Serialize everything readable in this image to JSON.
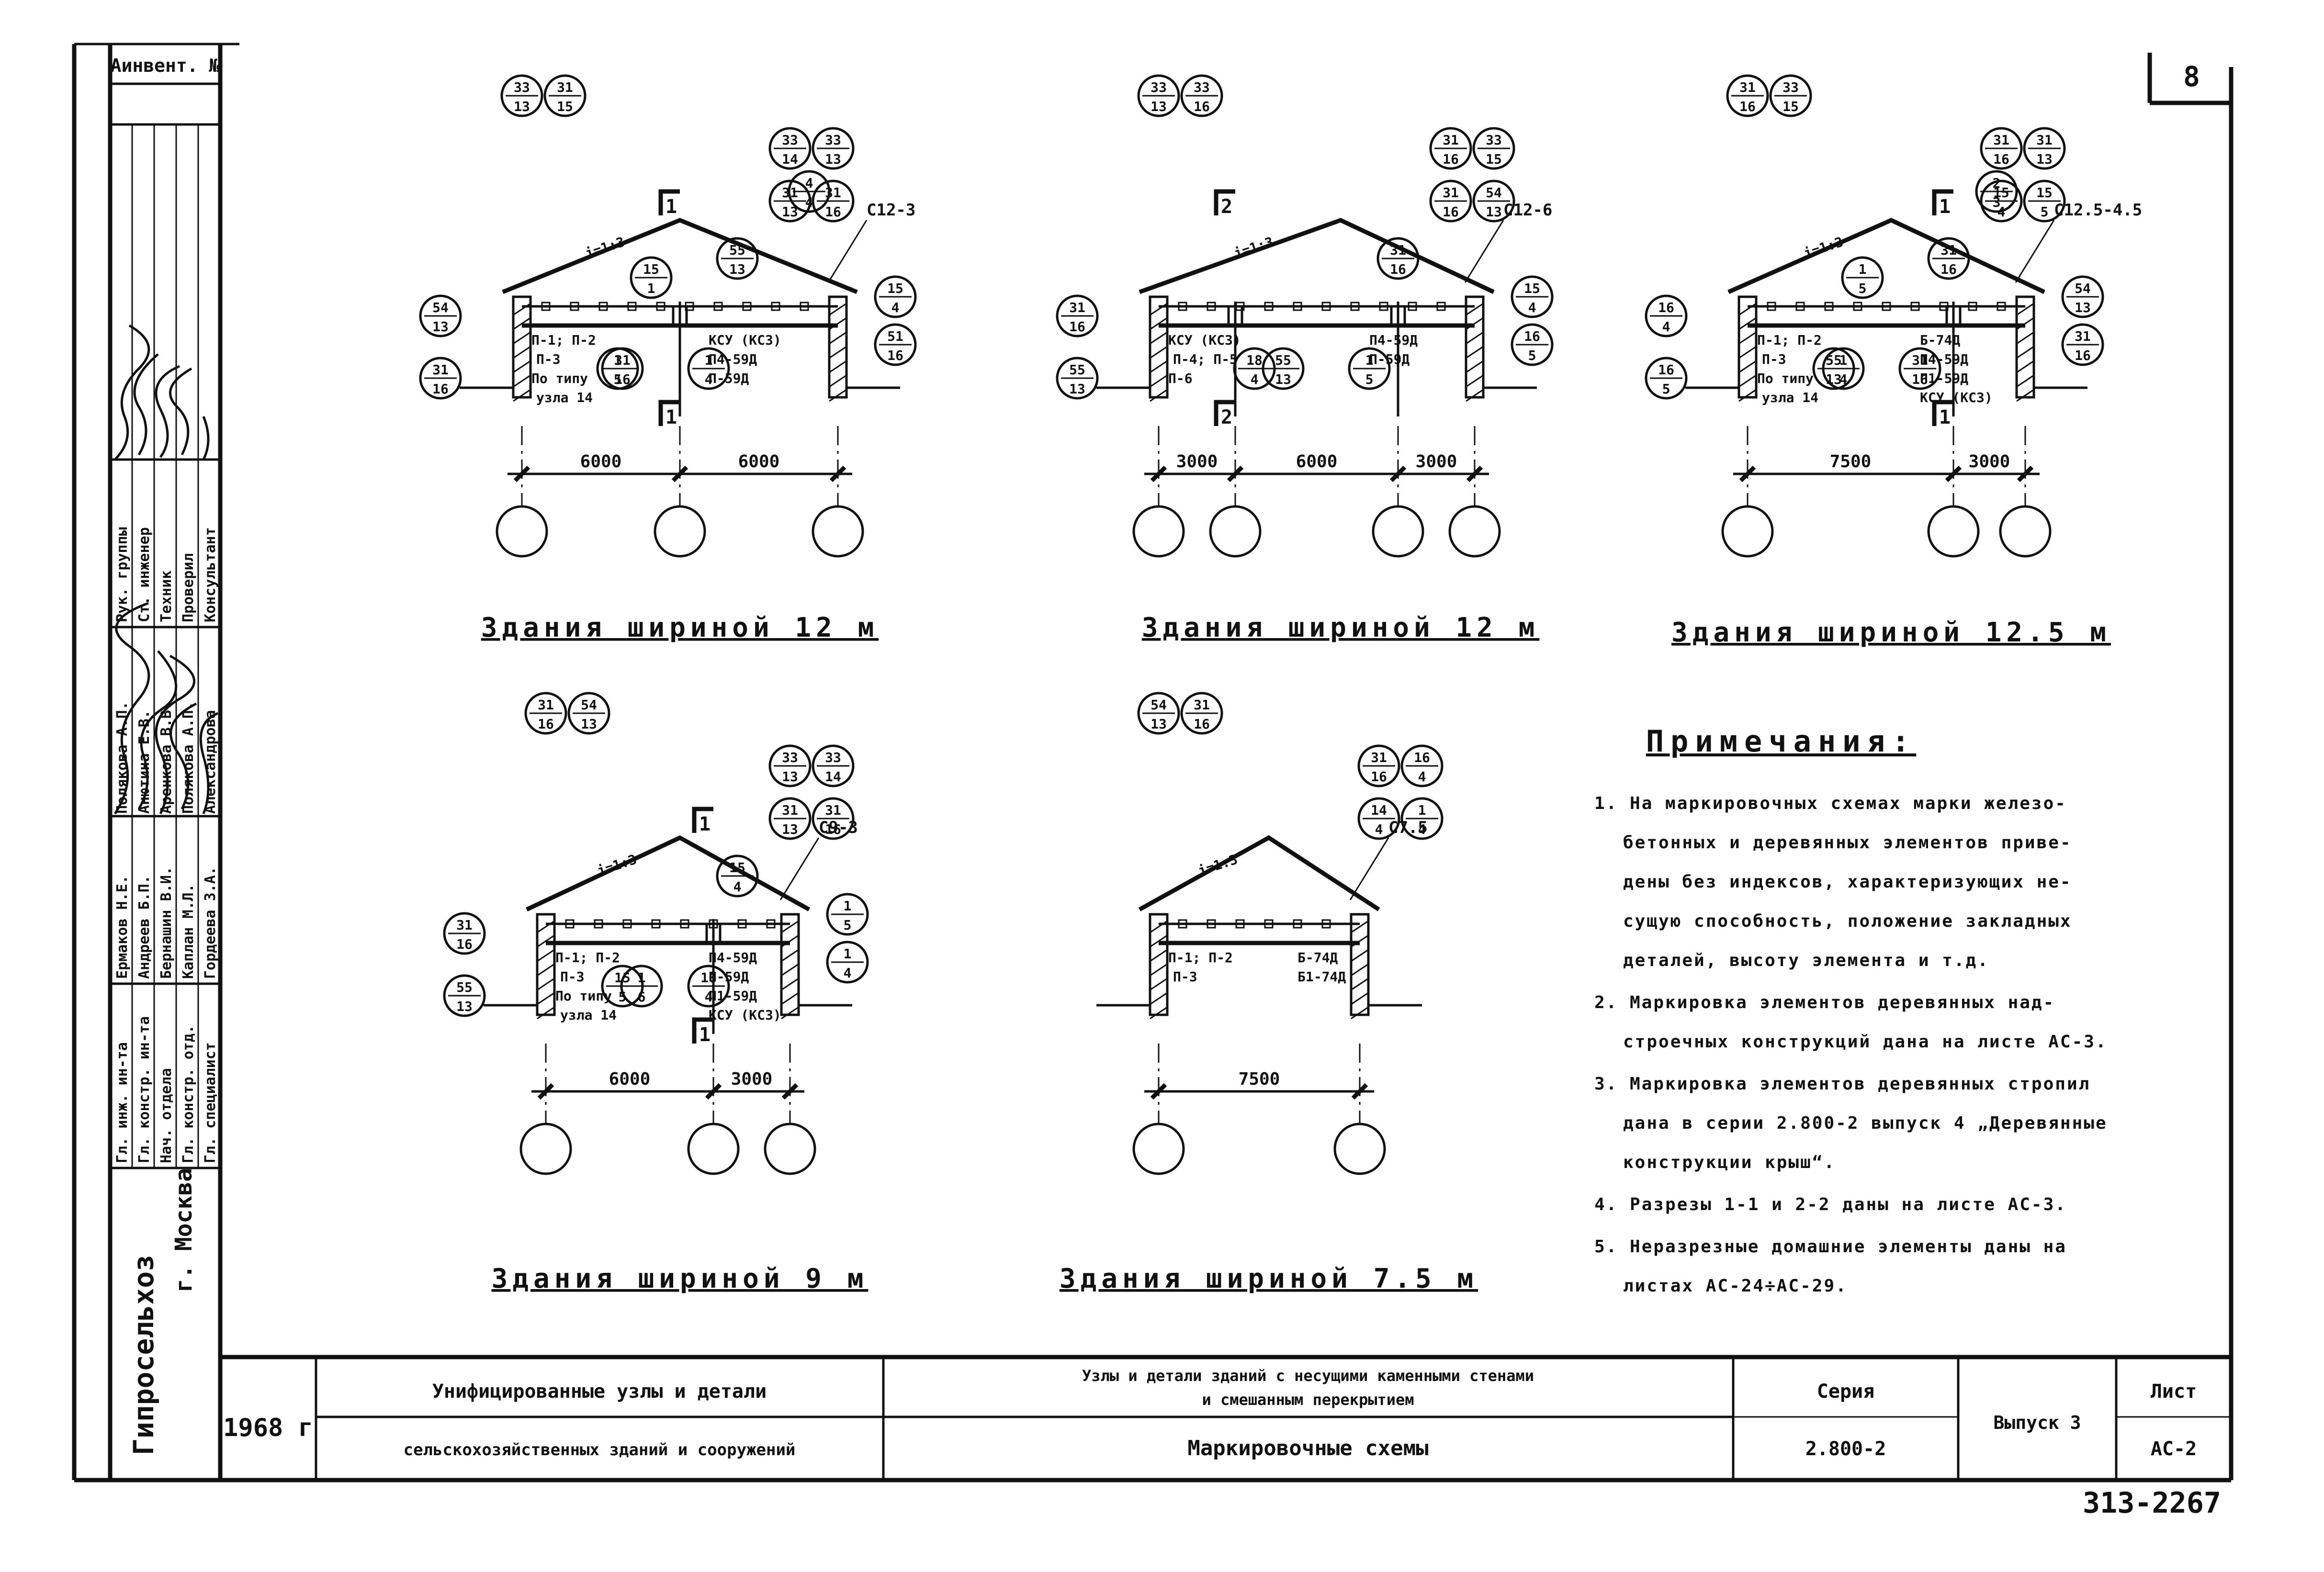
{
  "sheet_number": "8",
  "archive_stamp": "Аинвент. №",
  "bottom_code": "313-2267",
  "organization": {
    "name": "Гипросельхоз",
    "city": "г. Москва"
  },
  "stamp_rows": [
    {
      "role": "Гл. инж. ин-та",
      "name": "Ермаков Н.Е."
    },
    {
      "role": "Гл. констр. ин-та",
      "name": "Андреев Б.П."
    },
    {
      "role": "Нач. отдела",
      "name": "Бернашин В.И."
    },
    {
      "role": "Гл. констр. отд.",
      "name": "Каплан М.Л."
    },
    {
      "role": "Гл. специалист",
      "name": "Гордеева З.А."
    },
    {
      "role": "Рук. группы",
      "name": "Полякова А.П."
    },
    {
      "role": "Ст. инженер",
      "name": "Анютина Е.В."
    },
    {
      "role": "Техник",
      "name": "Аренкова В.В."
    },
    {
      "role": "Проверил",
      "name": "Полякова А.П."
    },
    {
      "role": "Консультант",
      "name": "Александрова"
    }
  ],
  "title_block": {
    "year": "1968 г",
    "series_title_line1": "Унифицированные узлы и детали",
    "series_title_line2": "сельскохозяйственных зданий и сооружений",
    "subject_line1": "Узлы и детали зданий с несущими каменными стенами",
    "subject_line2": "и смешанным перекрытием",
    "drawing_name": "Маркировочные схемы",
    "series_label": "Серия",
    "series_value": "2.800-2",
    "issue": "Выпуск 3",
    "sheet_label": "Лист",
    "sheet_value": "АС-2"
  },
  "notes": {
    "heading": "Примечания:",
    "items": [
      {
        "lines": [
          "1. На маркировочных схемах марки железо-",
          "бетонных и деревянных элементов приве-",
          "дены без индексов, характеризующих не-",
          "сущую способность, положение закладных",
          "деталей, высоту элемента и т.д."
        ]
      },
      {
        "lines": [
          "2. Маркировка элементов деревянных над-",
          "строечных конструкций дана на листе АС-3."
        ]
      },
      {
        "lines": [
          "3. Маркировка элементов деревянных стропил",
          "дана в серии 2.800-2 выпуск 4 „Деревянные",
          "конструкции крыш“."
        ]
      },
      {
        "lines": [
          "4. Разрезы 1-1 и 2-2 даны на листе АС-3."
        ]
      },
      {
        "lines": [
          "5. Неразрезные домашние элементы даны на",
          "листах АС-24÷АС-29."
        ]
      }
    ]
  },
  "schemes": [
    {
      "title": "Здания шириной 12 м",
      "dims": [
        "6000",
        "6000"
      ],
      "ridge": "i=1:3",
      "roof_mark": "С12-3",
      "labels": [
        "П-1; П-2",
        "П-3",
        "По типу",
        "узла 14",
        "КСУ (КС3)",
        "П4-59Д",
        "П-59Д"
      ],
      "callouts": [
        "33|13",
        "31|15",
        "33|14",
        "33|13",
        "31|13",
        "31|16",
        "54|13",
        "31|16",
        "55|13",
        "31|16",
        "51|16",
        "15|4",
        "1|4",
        "1|5",
        "15|1",
        "4|4"
      ],
      "cuts": [
        "1",
        "1"
      ]
    },
    {
      "title": "Здания шириной 12 м",
      "dims": [
        "3000",
        "6000",
        "3000"
      ],
      "ridge": "i=1:3",
      "roof_mark": "С12-6",
      "labels": [
        "КСУ (КС3)",
        "П-4; П-5",
        "П-6",
        "П4-59Д",
        "П-59Д"
      ],
      "callouts": [
        "33|13",
        "33|16",
        "31|16",
        "33|15",
        "31|16",
        "54|13",
        "31|16",
        "55|13",
        "31|16",
        "55|13",
        "16|5",
        "15|4",
        "1|5",
        "18|4"
      ],
      "cuts": [
        "2",
        "2"
      ]
    },
    {
      "title": "Здания шириной 12.5 м",
      "dims": [
        "7500",
        "3000"
      ],
      "ridge": "i=1:3",
      "roof_mark": "С12.5-4.5",
      "labels": [
        "П-1; П-2",
        "П-3",
        "По типу",
        "узла 14",
        "Б-74Д",
        "П4-59Д",
        "П1-59Д",
        "КСУ (КС3)"
      ],
      "callouts": [
        "31|16",
        "33|15",
        "31|16",
        "31|13",
        "15|4",
        "15|5",
        "16|4",
        "16|5",
        "31|16",
        "55|13",
        "31|16",
        "54|13",
        "31|16",
        "1|4",
        "1|5",
        "2|3"
      ],
      "cuts": [
        "1",
        "1"
      ]
    },
    {
      "title": "Здания шириной 9 м",
      "dims": [
        "6000",
        "3000"
      ],
      "ridge": "i=1:3",
      "roof_mark": "С9-3",
      "labels": [
        "П-1; П-2",
        "П-3",
        "По типу",
        "узла 14",
        "П4-59Д",
        "П-59Д",
        "П1-59Д",
        "КСУ (КС3)"
      ],
      "callouts": [
        "31|16",
        "54|13",
        "33|13",
        "33|14",
        "31|13",
        "31|16",
        "31|16",
        "55|13",
        "15|4",
        "15|5",
        "1|4",
        "1|5",
        "16|4",
        "1|6"
      ],
      "cuts": [
        "1",
        "1"
      ]
    },
    {
      "title": "Здания шириной 7.5 м",
      "dims": [
        "7500"
      ],
      "ridge": "i=1:3",
      "roof_mark": "С7.5",
      "labels": [
        "П-1; П-2",
        "П-3",
        "Б-74Д",
        "Б1-74Д"
      ],
      "callouts": [
        "54|13",
        "31|16",
        "31|16",
        "16|4",
        "14|4",
        "1|4"
      ],
      "cuts": []
    }
  ]
}
